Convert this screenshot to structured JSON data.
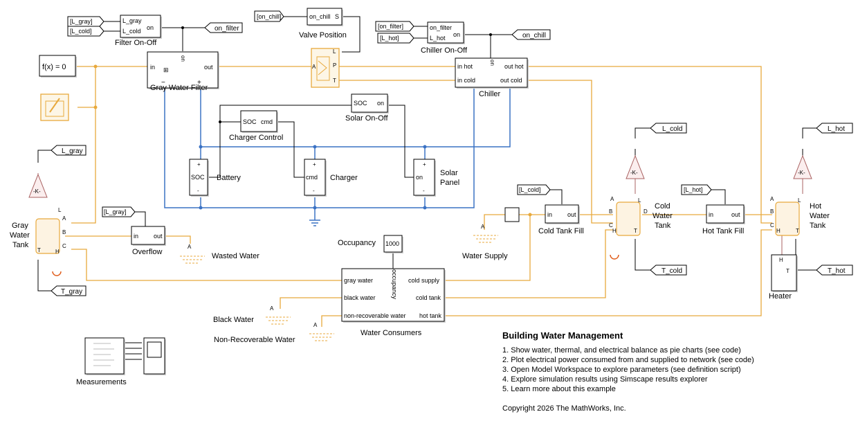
{
  "diagram_title": "Building Water Management",
  "notes": [
    "1. Show water, thermal, and electrical balance as pie charts (see code)",
    "2. Plot electrical power consumed from and supplied to network (see code)",
    "3. Open Model Workspace to explore parameters (see definition script)",
    "4. Explore simulation results using Simscape results explorer",
    "5. Learn more about this example"
  ],
  "copyright": "Copyright 2026 The MathWorks, Inc.",
  "blocks": {
    "filter_onoff": {
      "label": "Filter On-Off",
      "in1": "L_gray",
      "in2": "L_cold",
      "out": "on"
    },
    "valve_position": {
      "label": "Valve Position",
      "in1": "on_chill",
      "out": "S"
    },
    "chiller_onoff": {
      "label": "Chiller On-Off",
      "in1": "on_filter",
      "in2": "L_hot",
      "out": "on"
    },
    "gray_water_filter": {
      "label": "Gray Water Filter",
      "in": "in",
      "out": "out",
      "on": "on"
    },
    "chiller": {
      "label": "Chiller",
      "in_hot": "in hot",
      "out_hot": "out hot",
      "in_cold": "in cold",
      "out_cold": "out cold",
      "on": "on"
    },
    "solver": {
      "label": "f(x) = 0"
    },
    "solar_onoff": {
      "label": "Solar On-Off",
      "in": "SOC",
      "out": "on"
    },
    "charger_control": {
      "label": "Charger Control",
      "in": "SOC",
      "out": "cmd"
    },
    "battery": {
      "label": "Battery",
      "port": "SOC"
    },
    "charger": {
      "label": "Charger",
      "port": "cmd"
    },
    "solar_panel": {
      "label": "Solar\nPanel",
      "label1": "Solar",
      "label2": "Panel",
      "port": "on"
    },
    "gray_tank": {
      "label1": "Gray",
      "label2": "Water",
      "label3": "Tank",
      "pA": "A",
      "pB": "B",
      "pC": "C",
      "pL": "L",
      "pH": "H",
      "pT": "T"
    },
    "overflow": {
      "label": "Overflow",
      "in": "in",
      "out": "out"
    },
    "wasted_water": {
      "label": "Wasted Water",
      "port": "A"
    },
    "water_supply": {
      "label": "Water Supply",
      "port": "A"
    },
    "cold_tank_fill": {
      "label": "Cold Tank Fill",
      "in": "in",
      "out": "out"
    },
    "cold_tank": {
      "label1": "Cold",
      "label2": "Water",
      "label3": "Tank",
      "pA": "A",
      "pB": "B",
      "pC": "C",
      "pD": "D",
      "pL": "L",
      "pH": "H",
      "pT": "T"
    },
    "hot_tank_fill": {
      "label": "Hot Tank Fill",
      "in": "in",
      "out": "out"
    },
    "hot_tank": {
      "label1": "Hot",
      "label2": "Water",
      "label3": "Tank",
      "pA": "A",
      "pB": "B",
      "pC": "C",
      "pL": "L",
      "pH": "H",
      "pT": "T"
    },
    "heater": {
      "label": "Heater",
      "pH": "H",
      "pT": "T"
    },
    "occupancy": {
      "label": "Occupancy",
      "value": "1000"
    },
    "water_consumers": {
      "label": "Water Consumers",
      "gray": "gray water",
      "black": "black water",
      "nonrec": "non-recoverable water",
      "cold_supply": "cold supply",
      "cold_tank": "cold tank",
      "hot_tank": "hot tank",
      "occ": "occupancy"
    },
    "black_water": {
      "label": "Black Water",
      "port": "A"
    },
    "nonrec_water": {
      "label": "Non-Recoverable Water",
      "port": "A"
    },
    "measurements": {
      "label": "Measurements"
    },
    "gain": {
      "label": "-K-"
    }
  },
  "tags": {
    "from_L_gray_1": "[L_gray]",
    "from_L_cold_1": "[L_cold]",
    "goto_on_filter": "on_filter",
    "from_on_chill": "[on_chill]",
    "from_on_filter": "[on_filter]",
    "from_L_hot_1": "[L_hot]",
    "goto_on_chill": "on_chill",
    "goto_L_gray": "L_gray",
    "goto_T_gray": "T_gray",
    "from_L_gray_2": "[L_gray]",
    "from_L_cold_2": "[L_cold]",
    "goto_L_cold": "L_cold",
    "goto_T_cold": "T_cold",
    "from_L_hot_2": "[L_hot]",
    "goto_L_hot": "L_hot",
    "goto_T_hot": "T_hot"
  },
  "colors": {
    "water_line": "#e8a93c",
    "electrical_line": "#3a72c4",
    "signal_line": "#000000",
    "thermal_line": "#a86060"
  }
}
